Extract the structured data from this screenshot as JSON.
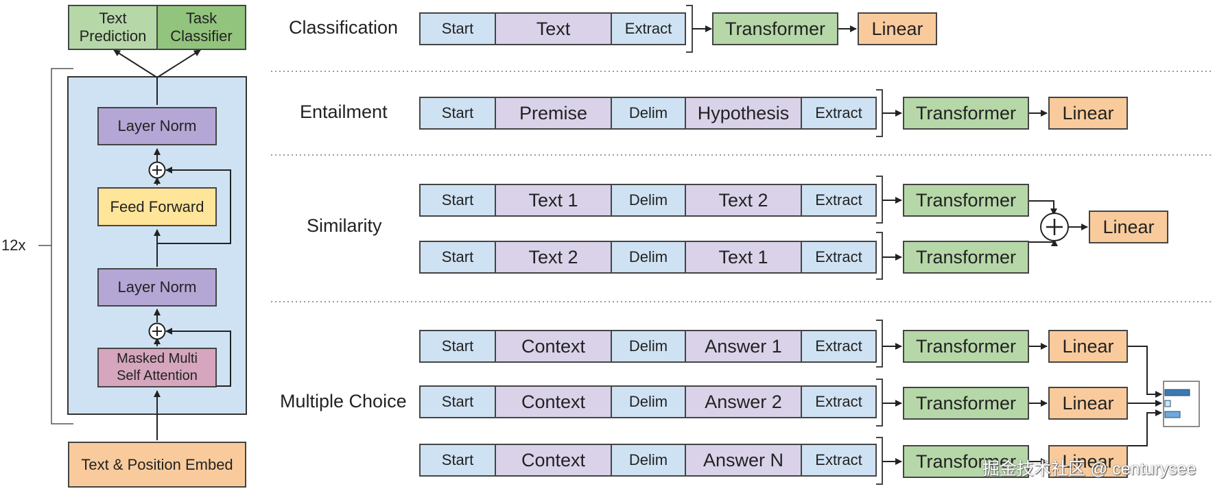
{
  "left": {
    "heads": {
      "text_prediction": "Text\nPrediction",
      "task_classifier": "Task\nClassifier"
    },
    "layer_norm_top": "Layer Norm",
    "feed_forward": "Feed Forward",
    "layer_norm_bottom": "Layer Norm",
    "attention": "Masked Multi\nSelf Attention",
    "embed": "Text & Position Embed",
    "repeat": "12x"
  },
  "tasks": {
    "classification": "Classification",
    "entailment": "Entailment",
    "similarity": "Similarity",
    "multiple_choice": "Multiple Choice"
  },
  "rows": {
    "classification": {
      "tokens": [
        "Start",
        "Text",
        "Extract"
      ],
      "transformer": "Transformer",
      "linear": "Linear"
    },
    "entailment": {
      "tokens": [
        "Start",
        "Premise",
        "Delim",
        "Hypothesis",
        "Extract"
      ],
      "transformer": "Transformer",
      "linear": "Linear"
    },
    "similarity_1": {
      "tokens": [
        "Start",
        "Text 1",
        "Delim",
        "Text 2",
        "Extract"
      ],
      "transformer": "Transformer"
    },
    "similarity_2": {
      "tokens": [
        "Start",
        "Text 2",
        "Delim",
        "Text 1",
        "Extract"
      ],
      "transformer": "Transformer"
    },
    "similarity_linear": "Linear",
    "plus": "+",
    "mc_1": {
      "tokens": [
        "Start",
        "Context",
        "Delim",
        "Answer 1",
        "Extract"
      ],
      "transformer": "Transformer",
      "linear": "Linear"
    },
    "mc_2": {
      "tokens": [
        "Start",
        "Context",
        "Delim",
        "Answer 2",
        "Extract"
      ],
      "transformer": "Transformer",
      "linear": "Linear"
    },
    "mc_3": {
      "tokens": [
        "Start",
        "Context",
        "Delim",
        "Answer N",
        "Extract"
      ],
      "transformer": "Transformer",
      "linear": "Linear"
    }
  },
  "watermark": "掘金技术社区 @ centurysee"
}
